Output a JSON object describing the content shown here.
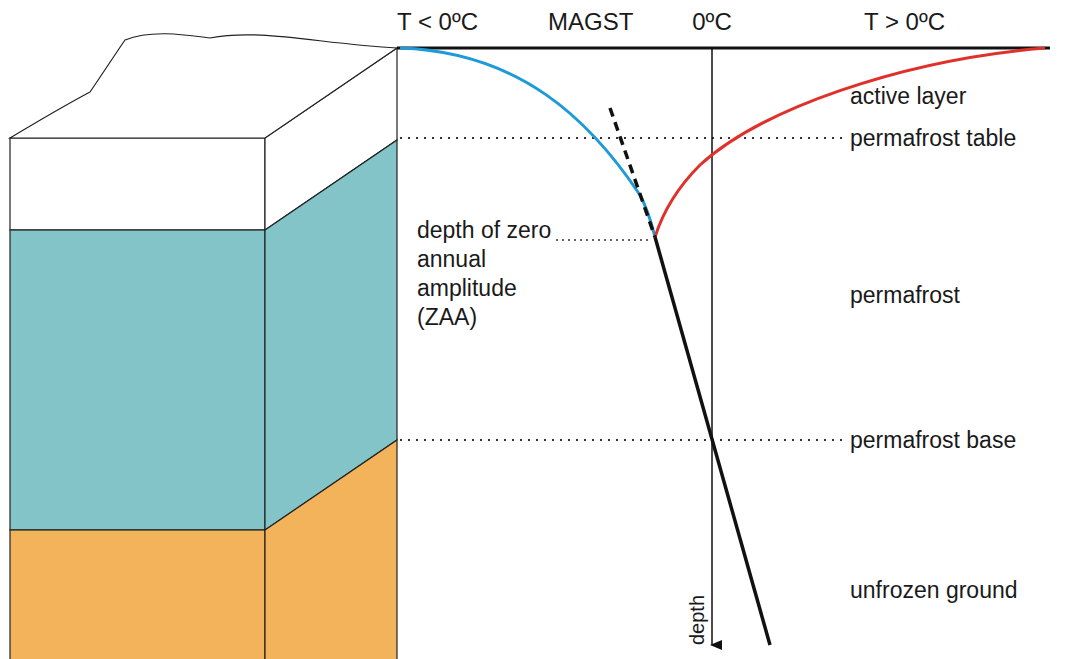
{
  "diagram": {
    "labels": [
      "T < 0ºC",
      "MAGST",
      "0ºC",
      "T > 0ºC",
      "active layer",
      "permafrost table",
      "depth of zero annual amplitude (ZAA)",
      "permafrost",
      "permafrost base",
      "unfrozen ground",
      "depth"
    ]
  }
}
